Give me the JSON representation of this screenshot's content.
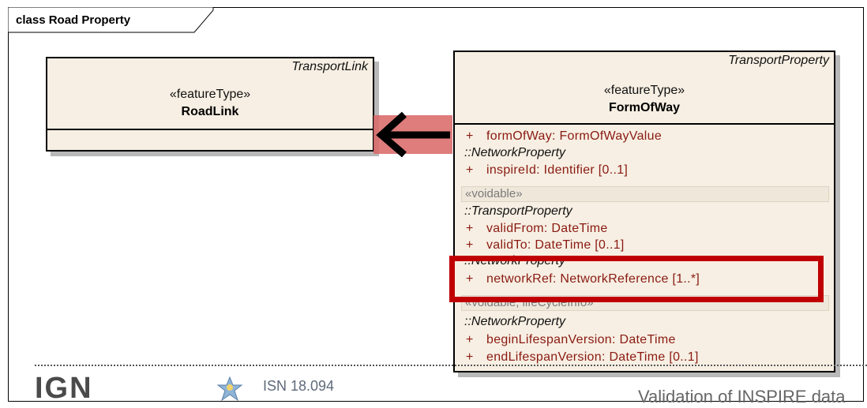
{
  "frame": {
    "title": "class Road Property"
  },
  "roadlink": {
    "parent": "TransportLink",
    "stereotype": "«featureType»",
    "name": "RoadLink"
  },
  "formofway": {
    "parent": "TransportProperty",
    "stereotype": "«featureType»",
    "name": "FormOfWay",
    "attributes": [
      {
        "vis": "+",
        "text": "formOfWay:  FormOfWayValue"
      },
      {
        "group": "::NetworkProperty"
      },
      {
        "vis": "+",
        "text": "inspireId:  Identifier [0..1]"
      },
      {
        "voidable": "«voidable»"
      },
      {
        "group": "::TransportProperty"
      },
      {
        "vis": "+",
        "text": "validFrom:  DateTime"
      },
      {
        "vis": "+",
        "text": "validTo:  DateTime [0..1]"
      },
      {
        "group": "::NetworkProperty"
      },
      {
        "vis": "+",
        "text": "networkRef:  NetworkReference [1..*]"
      },
      {
        "voidable": "«voidable, lifeCycleInfo»"
      },
      {
        "group": "::NetworkProperty"
      },
      {
        "vis": "+",
        "text": "beginLifespanVersion:  DateTime"
      },
      {
        "vis": "+",
        "text": "endLifespanVersion:  DateTime [0..1]"
      }
    ]
  },
  "footer": {
    "logo": "IGN",
    "isn": "ISN 18.094",
    "caption": "Validation of INSPIRE data"
  },
  "colors": {
    "attribute": "#8a1a12",
    "highlight": "#c00000",
    "class_fill": "#f7efe3"
  }
}
